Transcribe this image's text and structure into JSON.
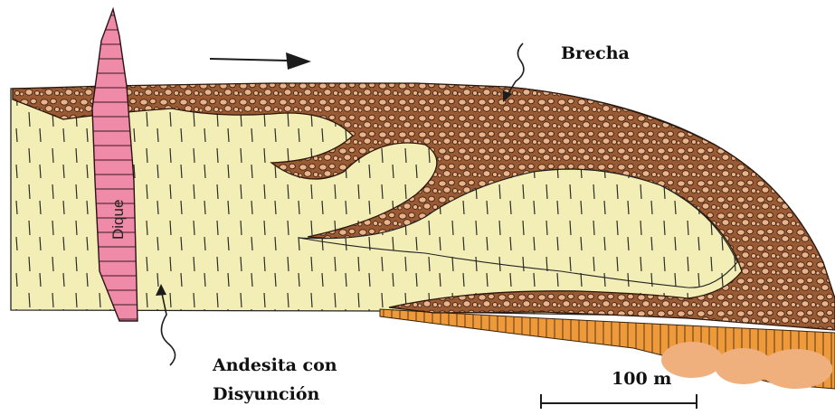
{
  "labels": {
    "breccia": "Brecha",
    "dike": "Dique",
    "andesite_line1": "Andesita con",
    "andesite_line2": "Disyunción",
    "scale": "100 m"
  },
  "colors": {
    "andesite": "#f3eeb6",
    "breccia": "#9a5a33",
    "clast": "#e9b38c",
    "dike": "#ef8aa8",
    "base_layer": "#ee9a3a",
    "blob": "#efb07e",
    "ink": "#1c1c1c"
  }
}
